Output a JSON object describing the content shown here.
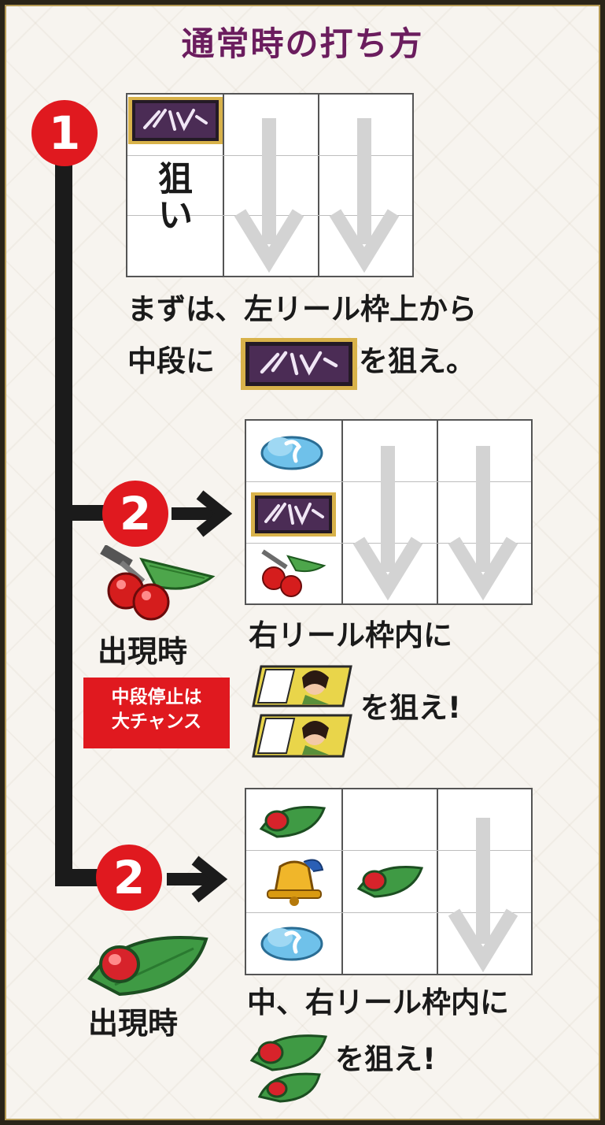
{
  "title": "通常時の打ち方",
  "steps": {
    "one": "1",
    "two": "2"
  },
  "step1": {
    "aim": "狙い",
    "line1": "まずは、左リール枠上から",
    "line2_pre": "中段に",
    "line2_post": "を狙え。"
  },
  "step2a": {
    "label": "出現時",
    "badge_line1": "中段停止は",
    "badge_line2": "大チャンス",
    "line1": "右リール枠内に",
    "line2": "を狙え!"
  },
  "step2b": {
    "label": "出現時",
    "line1": "中、右リール枠内に",
    "line2": "を狙え!"
  },
  "colors": {
    "title": "#6b1d5e",
    "accent_red": "#e0191f",
    "line": "#1b1b1b",
    "arrow_gray": "#d3d3d3"
  }
}
